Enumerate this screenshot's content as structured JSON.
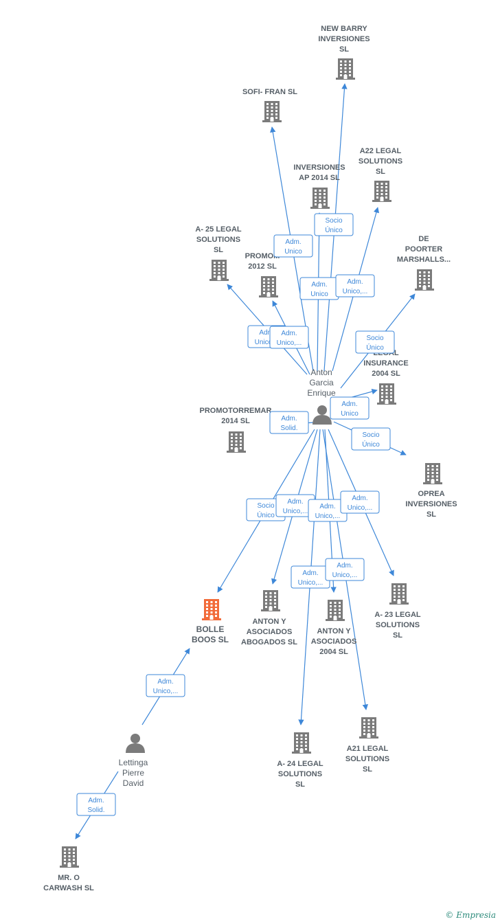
{
  "colors": {
    "edge": "#3d87d8",
    "building": "#7b7b7b",
    "focus_building": "#f26b3a",
    "text": "#555e66"
  },
  "nodes": [
    {
      "id": "new-barry",
      "type": "company",
      "lines": [
        "NEW BARRY",
        "INVERSIONES",
        "SL"
      ]
    },
    {
      "id": "sofi-fran",
      "type": "company",
      "lines": [
        "SOFI- FRAN  SL"
      ]
    },
    {
      "id": "a22",
      "type": "company",
      "lines": [
        "A22 LEGAL",
        "SOLUTIONS",
        "SL"
      ]
    },
    {
      "id": "inversiones-ap",
      "type": "company",
      "lines": [
        "INVERSIONES",
        "AP 2014  SL"
      ]
    },
    {
      "id": "a25",
      "type": "company",
      "lines": [
        "A- 25 LEGAL",
        "SOLUTIONS",
        "SL"
      ]
    },
    {
      "id": "promom",
      "type": "company",
      "lines": [
        "PROMOM",
        "2012 SL"
      ]
    },
    {
      "id": "de-poorter",
      "type": "company",
      "lines": [
        "DE",
        "POORTER",
        "MARSHALLS..."
      ]
    },
    {
      "id": "legal-insurance",
      "type": "company",
      "lines": [
        "LEGAL",
        "INSURANCE",
        "2004  SL"
      ]
    },
    {
      "id": "anton",
      "type": "person",
      "lines": [
        "Anton",
        "Garcia",
        "Enrique"
      ]
    },
    {
      "id": "promotorremar",
      "type": "company",
      "lines": [
        "PROMOTORREMAR",
        "2014  SL"
      ]
    },
    {
      "id": "oprea",
      "type": "company",
      "lines": [
        "OPREA",
        "INVERSIONES",
        "SL"
      ]
    },
    {
      "id": "bolle-boos",
      "type": "focus",
      "lines": [
        "BOLLE",
        "BOOS  SL"
      ]
    },
    {
      "id": "anton-abogados",
      "type": "company",
      "lines": [
        "ANTON Y",
        "ASOCIADOS",
        "ABOGADOS  SL"
      ]
    },
    {
      "id": "anton-2004",
      "type": "company",
      "lines": [
        "ANTON Y",
        "ASOCIADOS",
        "2004  SL"
      ]
    },
    {
      "id": "a23",
      "type": "company",
      "lines": [
        "A- 23 LEGAL",
        "SOLUTIONS",
        "SL"
      ]
    },
    {
      "id": "a24",
      "type": "company",
      "lines": [
        "A- 24 LEGAL",
        "SOLUTIONS",
        "SL"
      ]
    },
    {
      "id": "a21",
      "type": "company",
      "lines": [
        "A21 LEGAL",
        "SOLUTIONS",
        "SL"
      ]
    },
    {
      "id": "lettinga",
      "type": "person",
      "lines": [
        "Lettinga",
        "Pierre",
        "David"
      ]
    },
    {
      "id": "mr-o-carwash",
      "type": "company",
      "lines": [
        "MR.  O",
        "CARWASH  SL"
      ]
    }
  ],
  "edges": [
    {
      "from": "anton",
      "to": "new-barry",
      "lines": [
        "Socio",
        "Único"
      ]
    },
    {
      "from": "anton",
      "to": "sofi-fran",
      "lines": [
        "Adm.",
        "Unico"
      ]
    },
    {
      "from": "anton",
      "to": "inversiones-ap",
      "lines": [
        "Adm.",
        "Unico"
      ]
    },
    {
      "from": "anton",
      "to": "a22",
      "lines": [
        "Adm.",
        "Unico,..."
      ]
    },
    {
      "from": "anton",
      "to": "a25",
      "lines": [
        "Adm.",
        "Unico,..."
      ]
    },
    {
      "from": "anton",
      "to": "promom",
      "lines": [
        "Adm.",
        "Unico,..."
      ]
    },
    {
      "from": "anton",
      "to": "de-poorter",
      "lines": [
        "Socio",
        "Único"
      ]
    },
    {
      "from": "anton",
      "to": "legal-insurance",
      "lines": [
        "Adm.",
        "Unico"
      ]
    },
    {
      "from": "anton",
      "to": "promotorremar",
      "lines": [
        "Adm.",
        "Solid."
      ]
    },
    {
      "from": "anton",
      "to": "oprea",
      "lines": [
        "Socio",
        "Único"
      ]
    },
    {
      "from": "anton",
      "to": "bolle-boos",
      "lines": [
        "Socio",
        "Único"
      ]
    },
    {
      "from": "anton",
      "to": "anton-abogados",
      "lines": [
        "Adm.",
        "Unico,..."
      ]
    },
    {
      "from": "anton",
      "to": "anton-2004",
      "lines": [
        "Adm.",
        "Unico,..."
      ]
    },
    {
      "from": "anton",
      "to": "a23",
      "lines": [
        "Adm.",
        "Unico,..."
      ]
    },
    {
      "from": "anton",
      "to": "a24",
      "lines": [
        "Adm.",
        "Unico,..."
      ]
    },
    {
      "from": "anton",
      "to": "a21",
      "lines": [
        "Adm.",
        "Unico,..."
      ]
    },
    {
      "from": "lettinga",
      "to": "bolle-boos",
      "lines": [
        "Adm.",
        "Unico,..."
      ]
    },
    {
      "from": "lettinga",
      "to": "mr-o-carwash",
      "lines": [
        "Adm.",
        "Solid."
      ]
    }
  ],
  "footer": {
    "copyright_symbol": "©",
    "brand": "Empresia"
  }
}
